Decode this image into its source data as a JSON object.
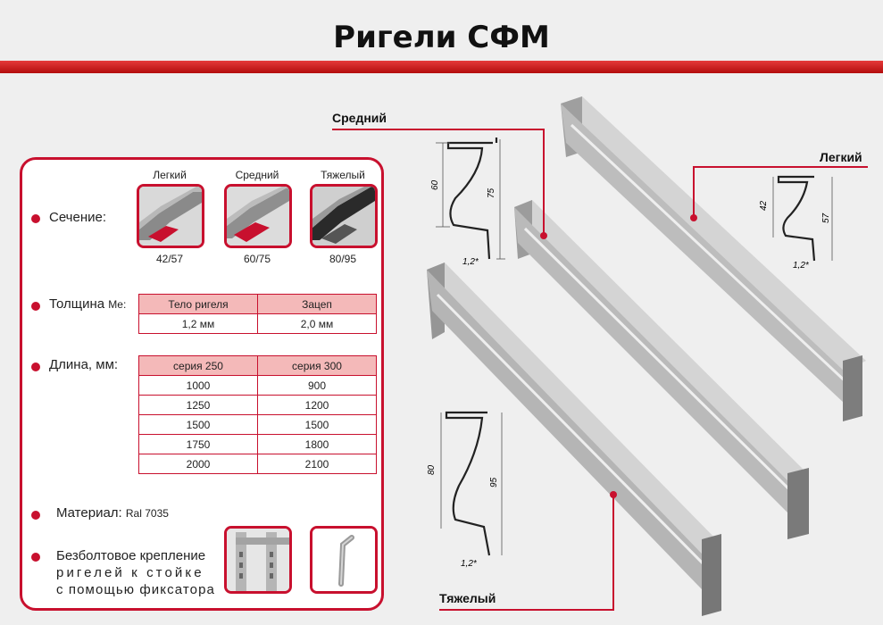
{
  "title": "Ригели СФМ",
  "section": {
    "label": "Сечение:",
    "types": [
      {
        "name": "Легкий",
        "size": "42/57"
      },
      {
        "name": "Средний",
        "size": "60/75"
      },
      {
        "name": "Тяжелый",
        "size": "80/95"
      }
    ]
  },
  "thickness": {
    "label": "Толщина",
    "label_suffix": "Me:",
    "headers": [
      "Тело ригеля",
      "Зацеп"
    ],
    "values": [
      "1,2 мм",
      "2,0 мм"
    ]
  },
  "length": {
    "label": "Длина, мм:",
    "headers": [
      "серия 250",
      "серия 300"
    ],
    "rows": [
      [
        "1000",
        "900"
      ],
      [
        "1250",
        "1200"
      ],
      [
        "1500",
        "1500"
      ],
      [
        "1750",
        "1800"
      ],
      [
        "2000",
        "2100"
      ]
    ]
  },
  "material": {
    "label": "Материал:",
    "value": "Ral 7035"
  },
  "mount": {
    "line1": "Безболтовое крепление",
    "line2": "ригелей к стойке",
    "line3": "с помощью фиксатора"
  },
  "callouts": {
    "medium": "Средний",
    "light": "Легкий",
    "heavy": "Тяжелый"
  },
  "profile_labels": {
    "medium": {
      "h1": "60",
      "h2": "75",
      "angle": "1,2*"
    },
    "light": {
      "h1": "42",
      "h2": "57",
      "angle": "1,2*"
    },
    "heavy": {
      "h1": "80",
      "h2": "95",
      "angle": "1,2*"
    }
  },
  "colors": {
    "accent": "#c8102e",
    "table_header": "#f4b9b9",
    "beam": "#c9c9c9"
  }
}
